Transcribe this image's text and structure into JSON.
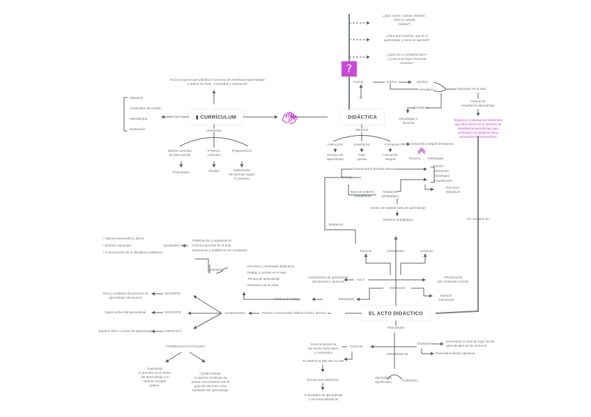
{
  "colors": {
    "line": "#5a6069",
    "accent": "#c94ad9",
    "text": "#6b7079"
  },
  "nodes": {
    "curriculum": "CURRÍCULUM",
    "didactica": "DIDÁCTICA",
    "acto_didactico": "EL ACTO DIDÁCTICO"
  },
  "question_icon": "?",
  "top_questions": [
    "¿Qué, cómo, cuándo enseñar,\ncómo y cuándo\nevaluar?",
    "¿Para qué enseñar, qué es el\naprendizaje y cómo se aprende?",
    "¿QUÉ ES LA ENSEÑANZA?\n¿Cuál es la mejor forma de\nenseñar?"
  ],
  "curriculum": {
    "top_text": "Es un proyecto que planifica el proceso de enseñanza-aprendizaje\ny define los fines, contenidos y evaluación",
    "left_label": "incluye",
    "left_items": [
      "Objetivos",
      "Contenidos de estudio",
      "Metodología",
      "Evaluación"
    ],
    "below_label": "elementos",
    "branches": [
      "Diseño curricular\nde base (DCB)",
      "Proyecto\ncurricular",
      "Programación"
    ],
    "branch_results": [
      "Prescriptivo",
      "Flexible",
      "Elaboración\ndel docente según\nel contexto"
    ]
  },
  "didactica": {
    "top_left_label": "ciencia",
    "top_link_label": "es",
    "flow": [
      "teórica",
      "práctica",
      "normativa",
      "tecnológica"
    ],
    "merge_label": "interviene en el aula",
    "consists_label": "consiste en",
    "consists_result": "Estrategias y\ntécnicas",
    "result_label": "método de\nenseñanza-aprendizaje",
    "pink_text": "Organizar y ordenar los elementos\nque intervienen en el proceso de\nenseñanza-aprendizaje para\nconseguir los objetivos de la\neducación de forma eficaz",
    "objeto_label": "OBJETO",
    "objeto_items": [
      "Instrucción",
      "Enseñanza",
      "Formación"
    ],
    "objeto_results": [
      "Proceso de\naprendizaje",
      "Guía\nguiada",
      "Formación\nintegral"
    ],
    "formacion_link": "Desarrollo integral del alumno",
    "chevron_labels": [
      "Proceso",
      "Estrategias"
    ],
    "dialogo_label": "Diálogo",
    "dialogo_top": "Comunicación docente-alumno",
    "dialogo_items": [
      "Interés",
      "Motivación",
      "Estrategias",
      "Actualización"
    ],
    "dialogo_side": "Recursos\ndidácticos",
    "base_label": "Base de saberes\ncompartidos",
    "mediacion": "Mediación\npedagógica",
    "centro_label": "Centro de experiencias de aprendizaje",
    "final_label": "Relación pedagógica",
    "mediacion_left": "Mediación",
    "vertical_label": "se compone de"
  },
  "acto": {
    "top_items": [
      "Docente",
      "Estudiantes",
      "Contexto"
    ],
    "aula_label": "AULA",
    "aula_left": "Condiciones de aprendizaje\ndel docente y alumnos",
    "aula_right": "PROCESOS\nDE COMUNICACIÓN",
    "interaccion_label": "interacción",
    "interaccion_left": "Estrategias",
    "interaccion_right": "Espacio\nintencional",
    "estrategias_left": "Técnica de trabajo",
    "main_left": "Proceso comunicativo bidireccional y afectivo",
    "roles_left": "Componentes",
    "roles": [
      "DOCENTE",
      "DISCENTE",
      "CONTEXTO"
    ],
    "roles_desc": [
      "Guía y mediador del proceso de\naprendizaje del alumno",
      "Sujeto activo del aprendizaje",
      "Espacio físico y social de aprendizaje"
    ],
    "upper_left_items": [
      "Planificación y organización",
      "Práctica docente en el aula",
      "Evaluación y análisis de los resultados"
    ],
    "upper_left_label": "actividades de",
    "upper_left_far": [
      "• Valores personales y éticos",
      "• Dominio del grupo",
      "• Conocimiento de la disciplina y didáctica"
    ],
    "middle_right_items": [
      "Recursos y materiales didácticos",
      "Reglas y normas en el aula",
      "Tiempo de aprendizaje",
      "Estructura de la clase"
    ],
    "middle_label": "Ambiente",
    "tendencias_label": "TENDENCIAS ACTUALES",
    "tendencias": [
      "Tradicional:\nel docente es el centro\ndel aprendizaje y el\nalumno receptor\npasivo.",
      "Constructivista:\nel alumno construye su\npropio conocimiento con la\nguía del docente como\nmediador del aprendizaje."
    ],
    "bottom_label": "está basado",
    "bottom_left_label": "Currículo",
    "bottom_left_desc": "Conocimientos de\nlas áreas curriculares\ny contenidos",
    "bottom_left_next": "PLANIFICACIÓN DE CLASE",
    "bottom_left_chain": [
      "Secuencias didácticas",
      "Actividades de aprendizaje\ny recursos didácticos"
    ],
    "bottom_right_label": "Evaluación",
    "bottom_right_desc": "Determinar el nivel de logro de los\naprendizajes de los alumnos",
    "bottom_right_second": "Retroalimentación oportuna",
    "aprendizaje_label": "APRENDIZAJE",
    "aprendizaje_items": [
      "Aprendizaje\nsignificativo",
      "Actitudinal"
    ]
  }
}
